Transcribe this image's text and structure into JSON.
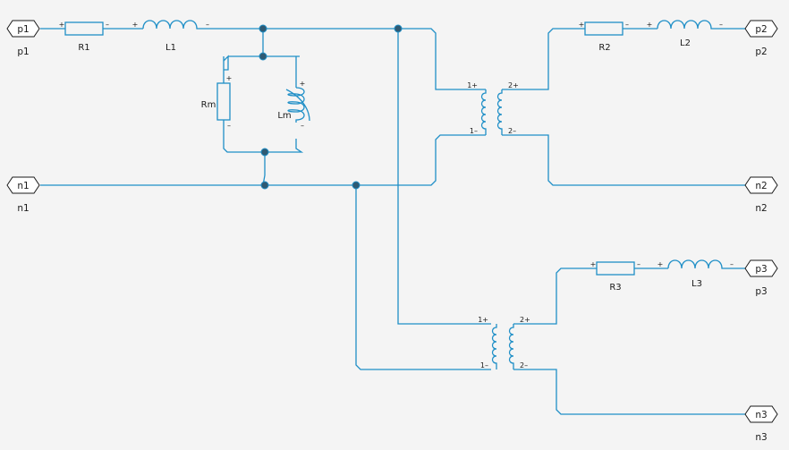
{
  "ports": {
    "p1": "p1",
    "n1": "n1",
    "p2": "p2",
    "n2": "n2",
    "p3": "p3",
    "n3": "n3"
  },
  "components": {
    "R1": "R1",
    "L1": "L1",
    "Rm": "Rm",
    "Lm": "Lm",
    "R2": "R2",
    "L2": "L2",
    "R3": "R3",
    "L3": "L3"
  },
  "polarity": {
    "plus": "+",
    "minus": "–",
    "w1_plus": "1+",
    "w1_minus": "1–",
    "w2_plus": "2+",
    "w2_minus": "2–"
  },
  "colors": {
    "wire": "#1f8fc7",
    "node": "#2f5a73",
    "background": "#f4f4f4"
  }
}
